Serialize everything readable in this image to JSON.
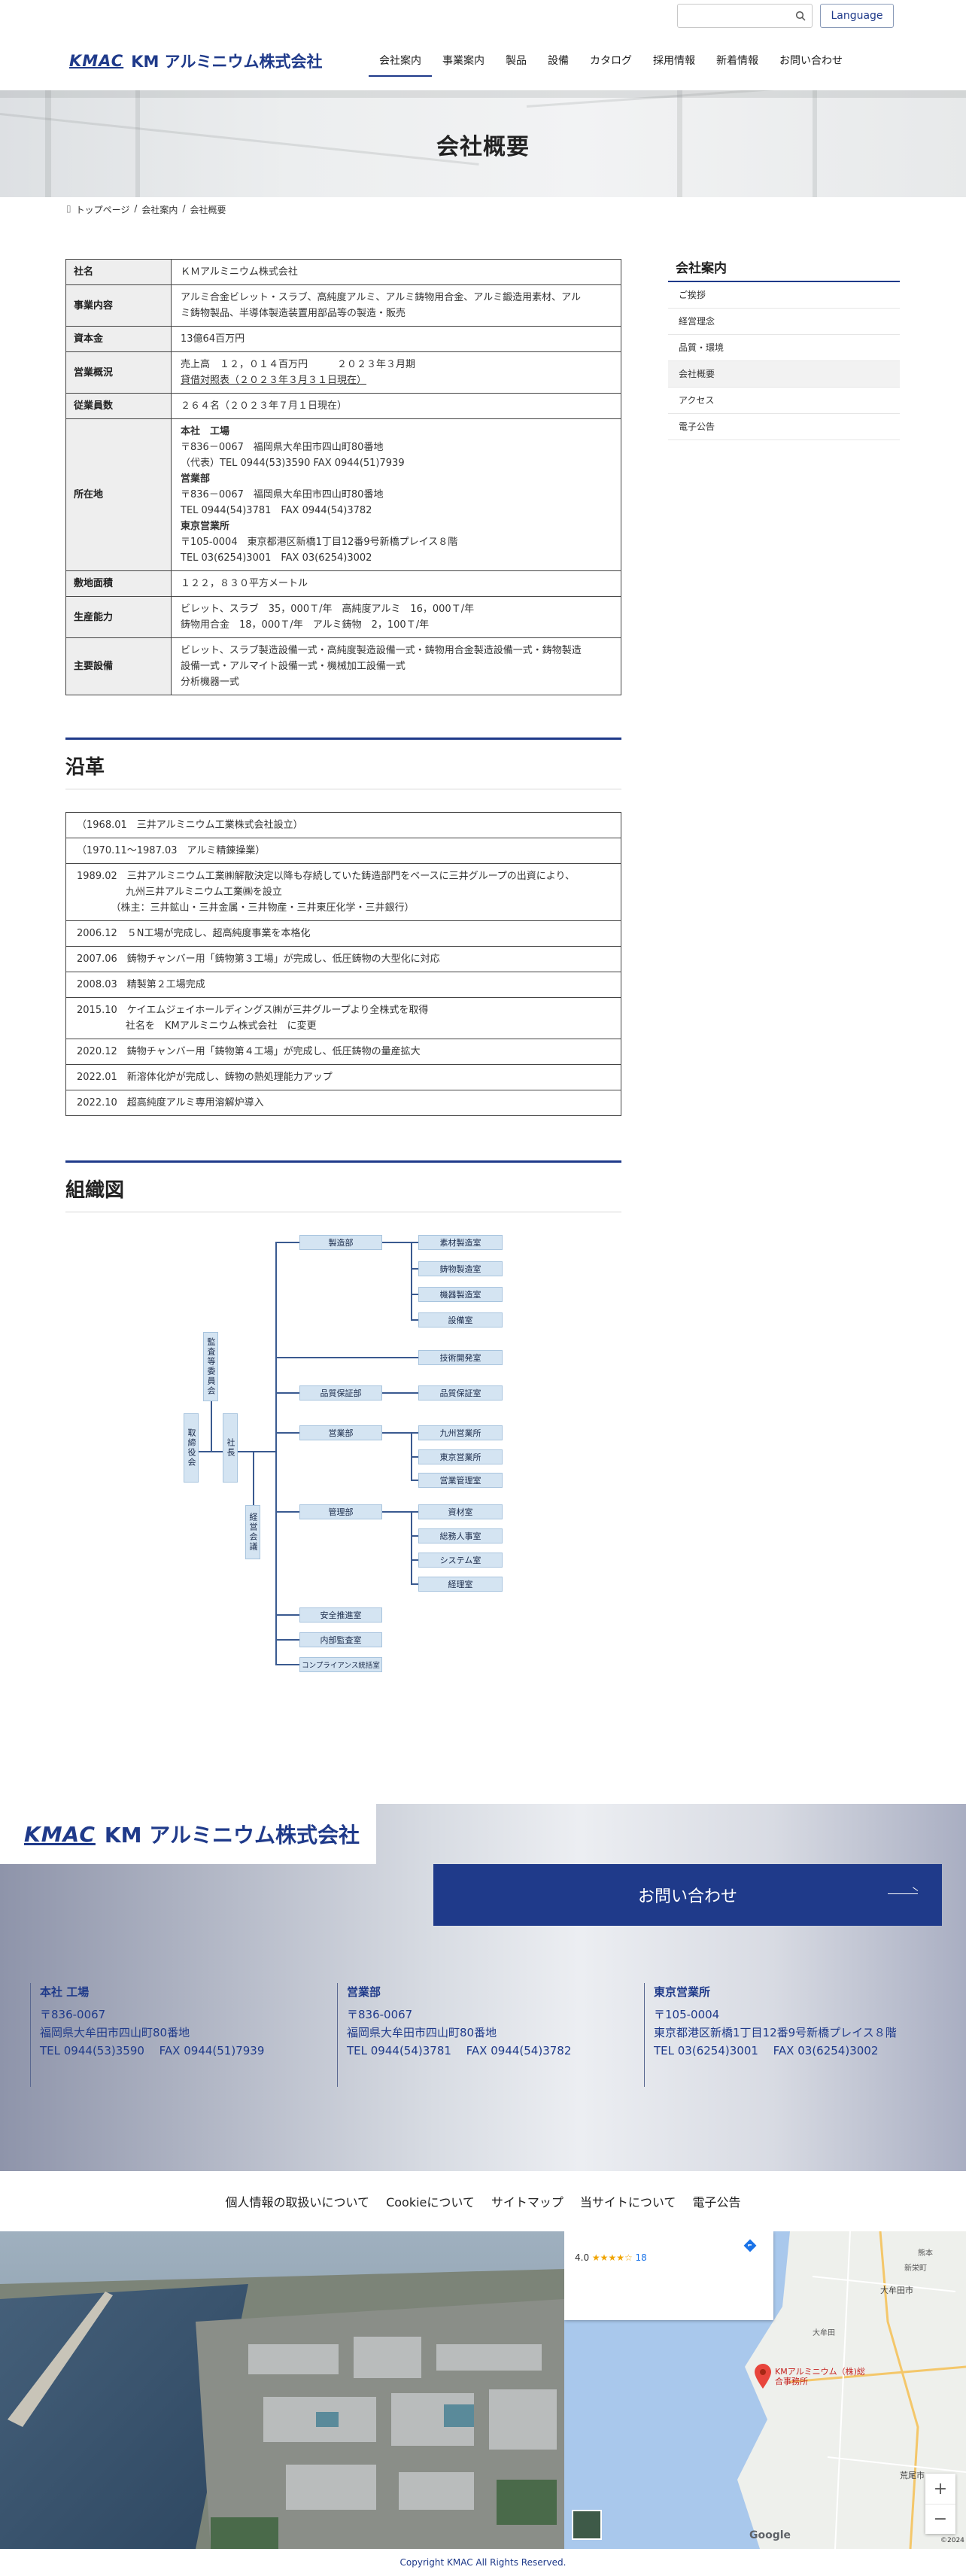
{
  "header": {
    "search_placeholder": "",
    "language_label": "Language",
    "logo_mark": "KMAC",
    "logo_name": "KM アルミニウム株式会社",
    "nav": [
      "会社案内",
      "事業案内",
      "製品",
      "設備",
      "カタログ",
      "採用情報",
      "新着情報",
      "お問い合わせ"
    ],
    "active_nav": 0
  },
  "hero": {
    "title": "会社概要"
  },
  "breadcrumb": [
    "トップページ",
    "会社案内",
    "会社概要"
  ],
  "company": {
    "rows": [
      {
        "label": "社名",
        "lines": [
          "ＫＭアルミニウム株式会社"
        ]
      },
      {
        "label": "事業内容",
        "lines": [
          "アルミ合金ビレット・スラブ、高純度アルミ、アルミ鋳物用合金、アルミ鍛造用素材、アル",
          "ミ鋳物製品、半導体製造装置用部品等の製造・販売"
        ]
      },
      {
        "label": "資本金",
        "lines": [
          "13億64百万円"
        ]
      },
      {
        "label": "営業概況",
        "lines": [
          "売上高　１２，０１４百万円　　　２０２３年３月期",
          "貸借対照表（２０２３年３月３１日現在）"
        ]
      },
      {
        "label": "従業員数",
        "lines": [
          "２６４名（２０２３年７月１日現在）"
        ]
      },
      {
        "label": "所在地",
        "lines": [
          "本社　工場",
          "〒836－0067　福岡県大牟田市四山町80番地",
          "（代表）TEL 0944(53)3590 FAX 0944(51)7939",
          "営業部",
          "〒836－0067　福岡県大牟田市四山町80番地",
          "TEL 0944(54)3781　FAX 0944(54)3782",
          "東京営業所",
          "〒105-0004　東京都港区新橋1丁目12番9号新橋プレイス８階",
          "TEL 03(6254)3001　FAX 03(6254)3002"
        ]
      },
      {
        "label": "敷地面積",
        "lines": [
          "１２２，８３０平方メートル"
        ]
      },
      {
        "label": "生産能力",
        "lines": [
          "ビレット、スラブ　35，000Ｔ/年　高純度アルミ　16，000Ｔ/年",
          "鋳物用合金　18，000Ｔ/年　アルミ鋳物　2，100Ｔ/年"
        ]
      },
      {
        "label": "主要設備",
        "lines": [
          "ビレット、スラブ製造設備一式・高純度製造設備一式・鋳物用合金製造設備一式・鋳物製造",
          "設備一式・アルマイト設備一式・機械加工設備一式",
          "分析機器一式"
        ]
      }
    ]
  },
  "sidebar": {
    "title": "会社案内",
    "items": [
      "ご挨拶",
      "経営理念",
      "品質・環境",
      "会社概要",
      "アクセス",
      "電子公告"
    ],
    "active": 3
  },
  "history": {
    "title": "沿革",
    "rows": [
      [
        "（1968.01　三井アルミニウム工業株式会社設立）"
      ],
      [
        "（1970.11～1987.03　アルミ精錬操業）"
      ],
      [
        "1989.02　三井アルミニウム工業㈱解散決定以降も存続していた鋳造部門をベースに三井グループの出資により、",
        "　　　　　九州三井アルミニウム工業㈱を設立",
        "　　　　（株主：三井鉱山・三井金属・三井物産・三井東圧化学・三井銀行）"
      ],
      [
        "2006.12　５N工場が完成し、超高純度事業を本格化"
      ],
      [
        "2007.06　鋳物チャンバー用「鋳物第３工場」が完成し、低圧鋳物の大型化に対応"
      ],
      [
        "2008.03　精製第２工場完成"
      ],
      [
        "2015.10　ケイエムジェイホールディングス㈱が三井グループより全株式を取得",
        "　　　　　社名を　KMアルミニウム株式会社　に変更"
      ],
      [
        "2020.12　鋳物チャンバー用「鋳物第４工場」が完成し、低圧鋳物の量産拡大"
      ],
      [
        "2022.01　新溶体化炉が完成し、鋳物の熱処理能力アップ"
      ],
      [
        "2022.10　超高純度アルミ専用溶解炉導入"
      ]
    ]
  },
  "org": {
    "title": "組織図",
    "vertical": [
      "監査等委員会",
      "取締役会",
      "社長",
      "経営会議"
    ],
    "departments": [
      "製造部",
      "技術開発室",
      "品質保証部",
      "営業部",
      "管理部",
      "安全推進室",
      "内部監査室",
      "コンプライアンス統括室"
    ],
    "sections": [
      "素材製造室",
      "鋳物製造室",
      "機器製造室",
      "設備室",
      "品質保証室",
      "九州営業所",
      "東京営業所",
      "営業管理室",
      "資材室",
      "総務人事室",
      "システム室",
      "経理室"
    ]
  },
  "footer": {
    "logo_mark": "KMAC",
    "logo_name": "KM アルミニウム株式会社",
    "contact_label": "お問い合わせ",
    "offices": [
      {
        "title": "本社 工場",
        "lines": [
          "〒836-0067",
          "福岡県大牟田市四山町80番地",
          "TEL 0944(53)3590　 FAX 0944(51)7939"
        ]
      },
      {
        "title": "営業部",
        "lines": [
          "〒836-0067",
          "福岡県大牟田市四山町80番地",
          "TEL 0944(54)3781　 FAX 0944(54)3782"
        ]
      },
      {
        "title": "東京営業所",
        "lines": [
          "〒105-0004",
          "東京都港区新橋1丁目12番9号新橋プレイス８階",
          "TEL 03(6254)3001　 FAX 03(6254)3002"
        ]
      }
    ],
    "links": [
      "個人情報の取扱いについて",
      "Cookieについて",
      "サイトマップ",
      "当サイトについて",
      "電子公告"
    ],
    "map": {
      "rating": "4.0",
      "stars": "★★★★☆",
      "reviews": "18",
      "pin_label": "KMアルミニウム（株)総合事務所",
      "place_labels": [
        "大牟田市",
        "新栄町",
        "大牟田",
        "荒尾市",
        "熊本"
      ],
      "zoom_in": "+",
      "zoom_out": "−",
      "google": "Google",
      "map_copy": "©2024"
    },
    "copyright": "Copyright KMAC All Rights Reserved."
  }
}
